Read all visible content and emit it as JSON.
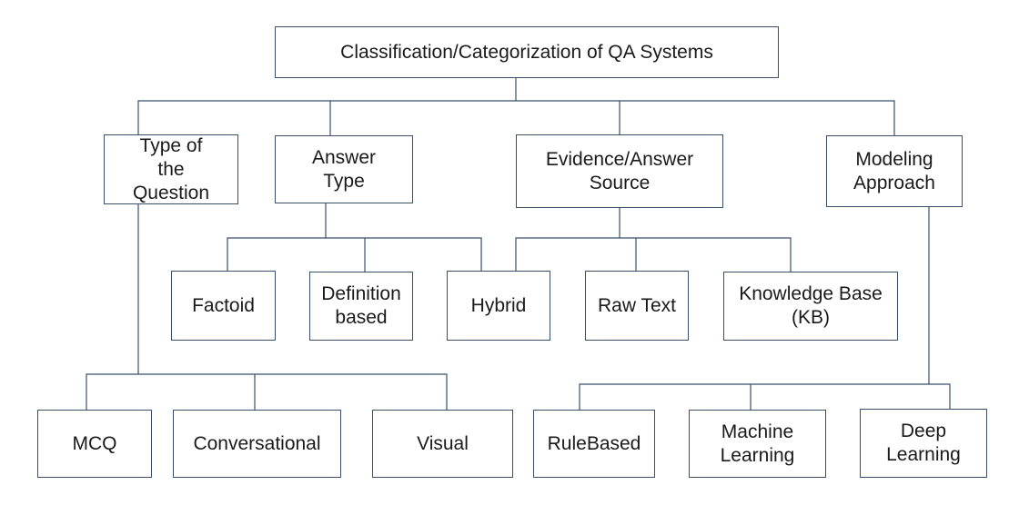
{
  "diagram": {
    "root": "Classification/Categorization of QA Systems",
    "categories": {
      "question_type": "Type of the Question",
      "answer_type": "Answer Type",
      "evidence_source": "Evidence/Answer Source",
      "modeling_approach": "Modeling Approach"
    },
    "answer_types": {
      "factoid": "Factoid",
      "definition": "Definition based",
      "hybrid": "Hybrid"
    },
    "evidence_sources": {
      "raw_text": "Raw Text",
      "knowledge_base": "Knowledge Base (KB)"
    },
    "question_types": {
      "mcq": "MCQ",
      "conversational": "Conversational",
      "visual": "Visual"
    },
    "modeling_approaches": {
      "rule_based": "RuleBased",
      "machine_learning": "Machine Learning",
      "deep_learning": "Deep Learning"
    }
  }
}
